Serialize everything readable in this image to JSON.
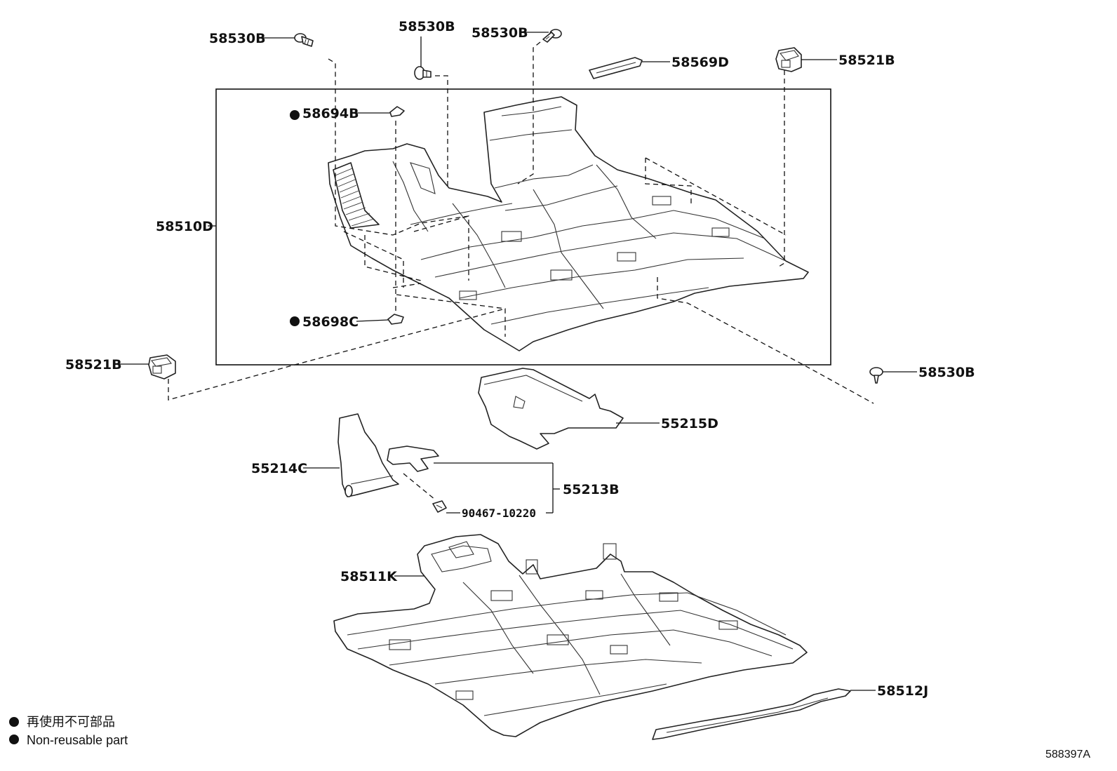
{
  "callouts": {
    "clip_top_left": "58530B",
    "clip_top_center": "58530B",
    "clip_top_right": "58530B",
    "bracket_left": "58521B",
    "bracket_right": "58521B",
    "clip_right": "58530B",
    "retainer_top": "58694B",
    "retainer_bottom": "58698C",
    "carpet_assembly": "58510D",
    "pad": "58569D",
    "silencer_rear": "55215D",
    "silencer_front": "55214C",
    "silencer_center": "55213B",
    "bolt": "90467-10220",
    "lower_carpet": "58511K",
    "side_strip": "58512J"
  },
  "legend": {
    "line_jp": "再使用不可部品",
    "line_en": "Non-reusable part"
  },
  "diagram_id": "588397A"
}
